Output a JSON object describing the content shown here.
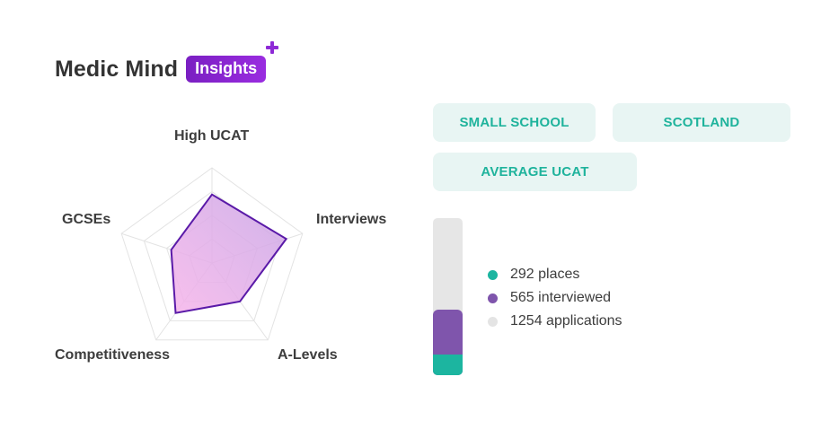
{
  "brand": {
    "name": "Medic Mind",
    "badge": "Insights"
  },
  "radar": {
    "axes": [
      "High UCAT",
      "Interviews",
      "A-Levels",
      "Competitiveness",
      "GCSEs"
    ],
    "scale_levels": 4,
    "values": [
      0.72,
      0.82,
      0.5,
      0.65,
      0.45
    ],
    "stroke_color": "#5a1aa8",
    "fill_colors": [
      "#f6b4ea",
      "#c9a6e6"
    ]
  },
  "tags": [
    "SMALL SCHOOL",
    "SCOTLAND",
    "AVERAGE UCAT"
  ],
  "tag_color": "#1fb39c",
  "stats": [
    {
      "label": "292 places",
      "value": 292,
      "color": "#1cb5a0"
    },
    {
      "label": "565 interviewed",
      "value": 565,
      "color": "#7f55ac"
    },
    {
      "label": "1254 applications",
      "value": 1254,
      "color": "#e4e4e4"
    }
  ]
}
